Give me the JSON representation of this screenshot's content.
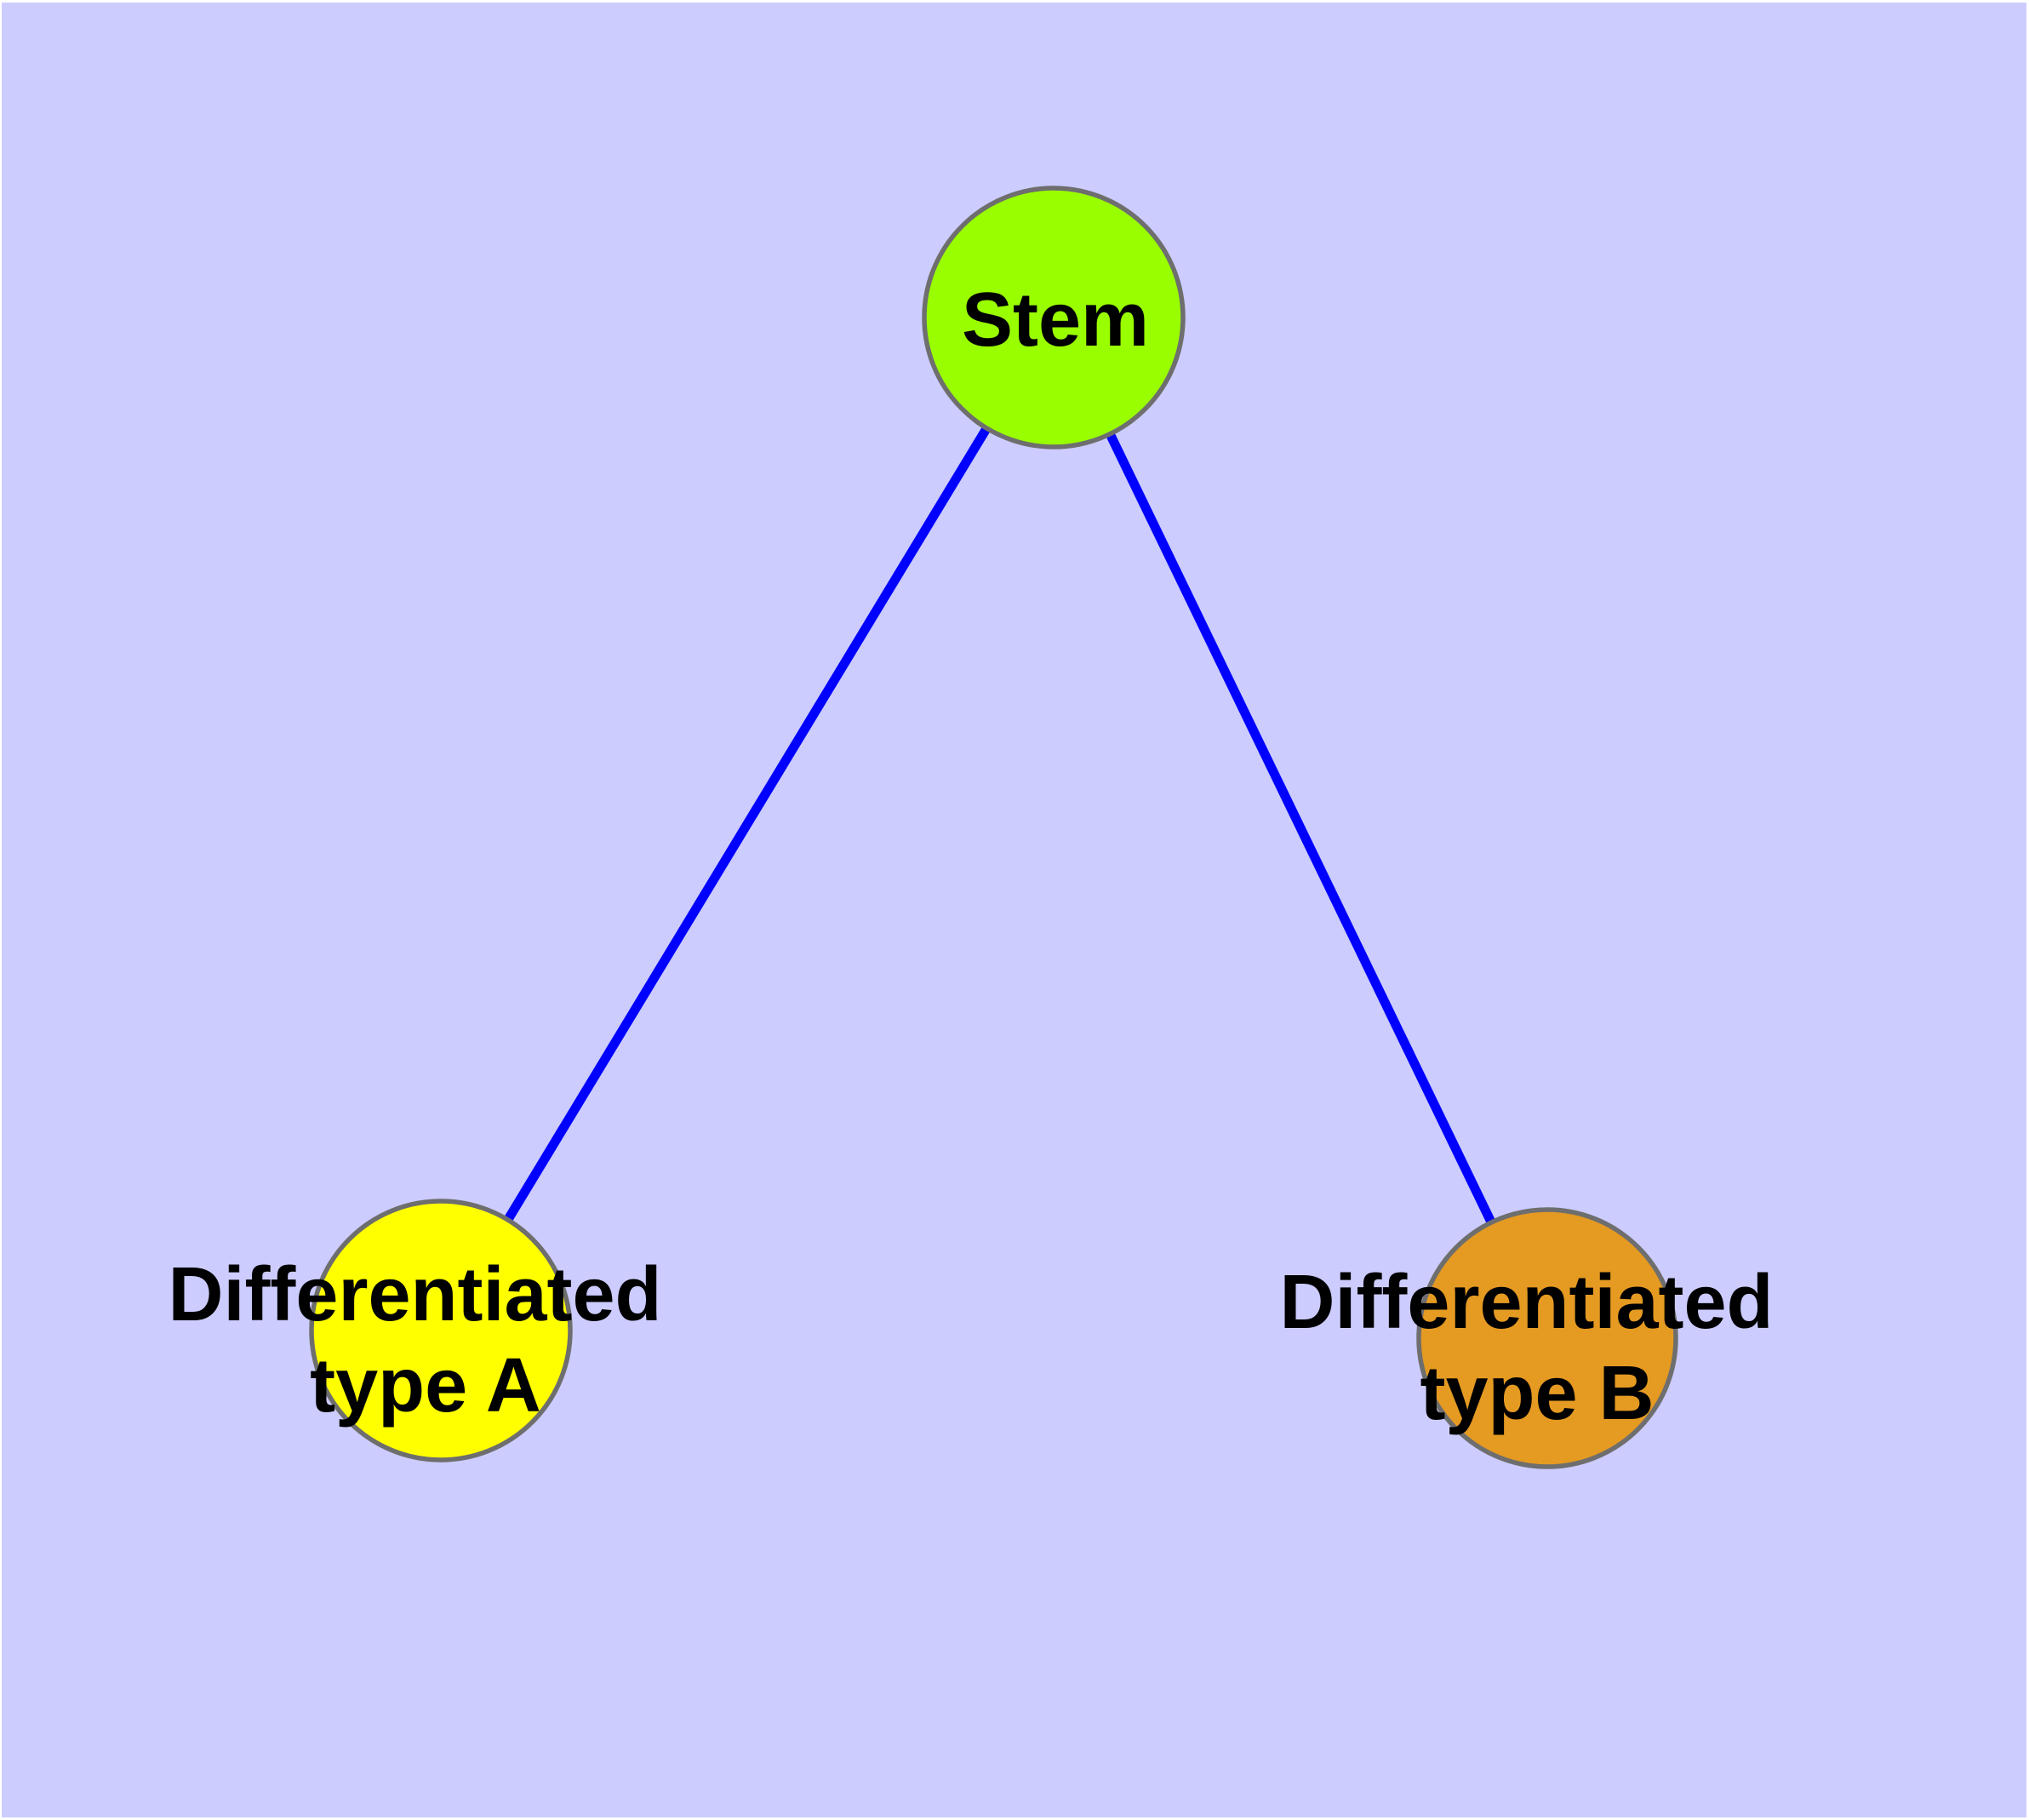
{
  "diagram": {
    "background_color": "#CCCCFF",
    "edge_color": "#0000FF",
    "node_stroke_color": "#6E6E6E",
    "label_color": "#000000",
    "nodes": [
      {
        "id": "stem",
        "fill": "#99FF00",
        "label": "Stem",
        "label_lines": [
          "Stem"
        ]
      },
      {
        "id": "type-a",
        "fill": "#FFFF00",
        "label": "Differentiated type A",
        "label_lines": [
          "Differentiated",
          "type A"
        ]
      },
      {
        "id": "type-b",
        "fill": "#E59A22",
        "label": "Differentiated type B",
        "label_lines": [
          "Differentiated",
          "type B"
        ]
      }
    ],
    "edges": [
      {
        "from": "stem",
        "to": "type-a"
      },
      {
        "from": "stem",
        "to": "type-b"
      }
    ]
  }
}
